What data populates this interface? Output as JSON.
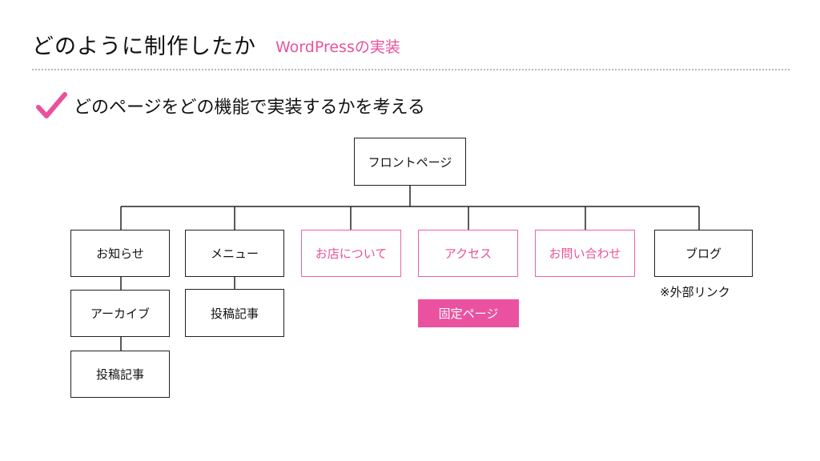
{
  "header": {
    "title": "どのように制作したか",
    "subtitle": "WordPressの実装"
  },
  "lead": {
    "text": "どのページをどの機能で実装するかを考える",
    "icon": "checkmark-icon"
  },
  "tree": {
    "root": "フロントページ",
    "children": [
      {
        "label": "お知らせ",
        "highlight": false,
        "sub": [
          "アーカイブ",
          "投稿記事"
        ]
      },
      {
        "label": "メニュー",
        "highlight": false,
        "sub": [
          "投稿記事"
        ]
      },
      {
        "label": "お店について",
        "highlight": true,
        "sub": []
      },
      {
        "label": "アクセス",
        "highlight": true,
        "sub": []
      },
      {
        "label": "お問い合わせ",
        "highlight": true,
        "sub": []
      },
      {
        "label": "ブログ",
        "highlight": false,
        "sub": []
      }
    ],
    "blog_note": "※外部リンク"
  },
  "legend": {
    "label": "固定ページ"
  },
  "colors": {
    "accent": "#e8529b",
    "accent_fill": "#ea52a0",
    "border": "#222222",
    "divider": "#b9b9b9"
  }
}
